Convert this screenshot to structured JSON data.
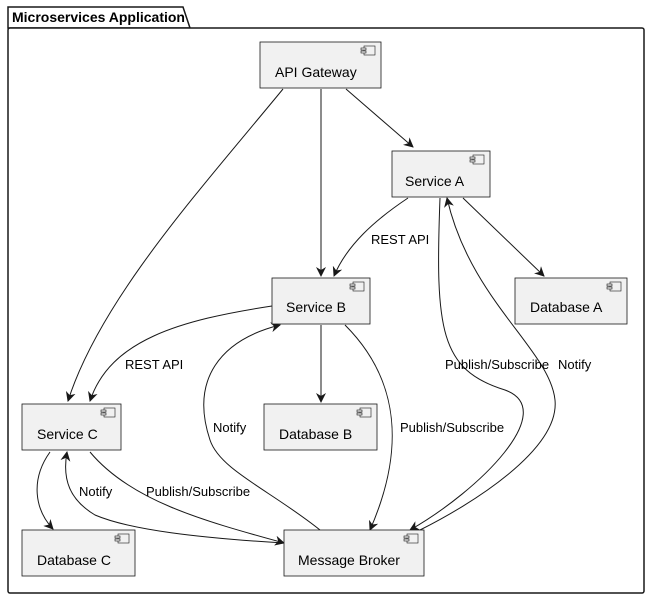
{
  "package": {
    "title": "Microservices Application"
  },
  "components": {
    "api_gateway": "API Gateway",
    "service_a": "Service A",
    "service_b": "Service B",
    "service_c": "Service C",
    "database_a": "Database A",
    "database_b": "Database B",
    "database_c": "Database C",
    "message_broker": "Message Broker"
  },
  "edges": [
    {
      "from": "API Gateway",
      "to": "Service A",
      "label": ""
    },
    {
      "from": "API Gateway",
      "to": "Service B",
      "label": ""
    },
    {
      "from": "API Gateway",
      "to": "Service C",
      "label": ""
    },
    {
      "from": "Service A",
      "to": "Service B",
      "label": "REST API"
    },
    {
      "from": "Service A",
      "to": "Database A",
      "label": ""
    },
    {
      "from": "Service A",
      "to": "Message Broker",
      "label": "Publish/Subscribe"
    },
    {
      "from": "Message Broker",
      "to": "Service A",
      "label": "Notify"
    },
    {
      "from": "Service B",
      "to": "Service C",
      "label": "REST API"
    },
    {
      "from": "Service B",
      "to": "Database B",
      "label": ""
    },
    {
      "from": "Service B",
      "to": "Message Broker",
      "label": "Publish/Subscribe"
    },
    {
      "from": "Message Broker",
      "to": "Service B",
      "label": "Notify"
    },
    {
      "from": "Service C",
      "to": "Database C",
      "label": ""
    },
    {
      "from": "Service C",
      "to": "Message Broker",
      "label": "Publish/Subscribe"
    },
    {
      "from": "Message Broker",
      "to": "Service C",
      "label": "Notify"
    }
  ],
  "colors": {
    "component_fill": "#f1f1f1",
    "stroke": "#181818",
    "background": "#ffffff"
  }
}
